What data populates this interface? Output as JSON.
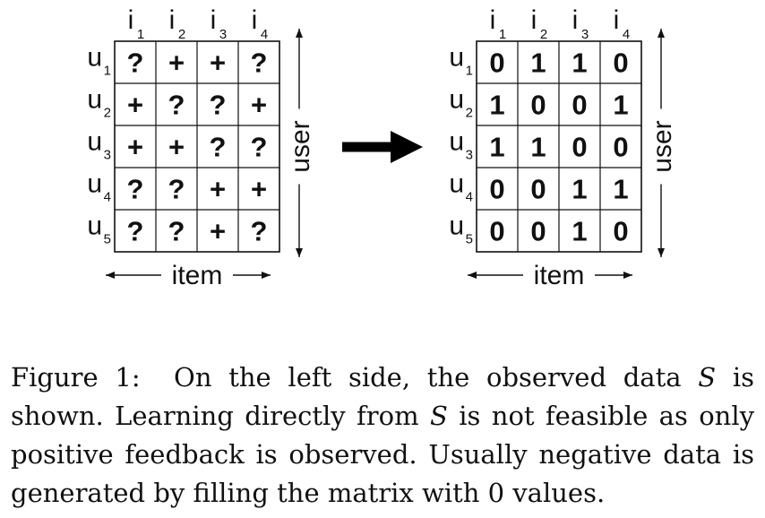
{
  "left_matrix": {
    "col_labels": [
      {
        "base": "i",
        "sub": "1"
      },
      {
        "base": "i",
        "sub": "2"
      },
      {
        "base": "i",
        "sub": "3"
      },
      {
        "base": "i",
        "sub": "4"
      }
    ],
    "row_labels": [
      {
        "base": "u",
        "sub": "1"
      },
      {
        "base": "u",
        "sub": "2"
      },
      {
        "base": "u",
        "sub": "3"
      },
      {
        "base": "u",
        "sub": "4"
      },
      {
        "base": "u",
        "sub": "5"
      }
    ],
    "cells": [
      [
        "?",
        "+",
        "+",
        "?"
      ],
      [
        "+",
        "?",
        "?",
        "+"
      ],
      [
        "+",
        "+",
        "?",
        "?"
      ],
      [
        "?",
        "?",
        "+",
        "+"
      ],
      [
        "?",
        "?",
        "+",
        "?"
      ]
    ],
    "x_axis_label": "item",
    "y_axis_label": "user"
  },
  "right_matrix": {
    "col_labels": [
      {
        "base": "i",
        "sub": "1"
      },
      {
        "base": "i",
        "sub": "2"
      },
      {
        "base": "i",
        "sub": "3"
      },
      {
        "base": "i",
        "sub": "4"
      }
    ],
    "row_labels": [
      {
        "base": "u",
        "sub": "1"
      },
      {
        "base": "u",
        "sub": "2"
      },
      {
        "base": "u",
        "sub": "3"
      },
      {
        "base": "u",
        "sub": "4"
      },
      {
        "base": "u",
        "sub": "5"
      }
    ],
    "cells": [
      [
        "0",
        "1",
        "1",
        "0"
      ],
      [
        "1",
        "0",
        "0",
        "1"
      ],
      [
        "1",
        "1",
        "0",
        "0"
      ],
      [
        "0",
        "0",
        "1",
        "1"
      ],
      [
        "0",
        "0",
        "1",
        "0"
      ]
    ],
    "x_axis_label": "item",
    "y_axis_label": "user"
  },
  "caption": {
    "label": "Figure 1:",
    "line1_a": "On the left side, the observed data",
    "var": "S",
    "line1_b": "is",
    "line2_a": "shown. Learning directly from",
    "line2_b": "is not feasible as only",
    "line3": "positive feedback is observed. Usually negative data is",
    "line4": "generated by filling the matrix with 0 values."
  }
}
